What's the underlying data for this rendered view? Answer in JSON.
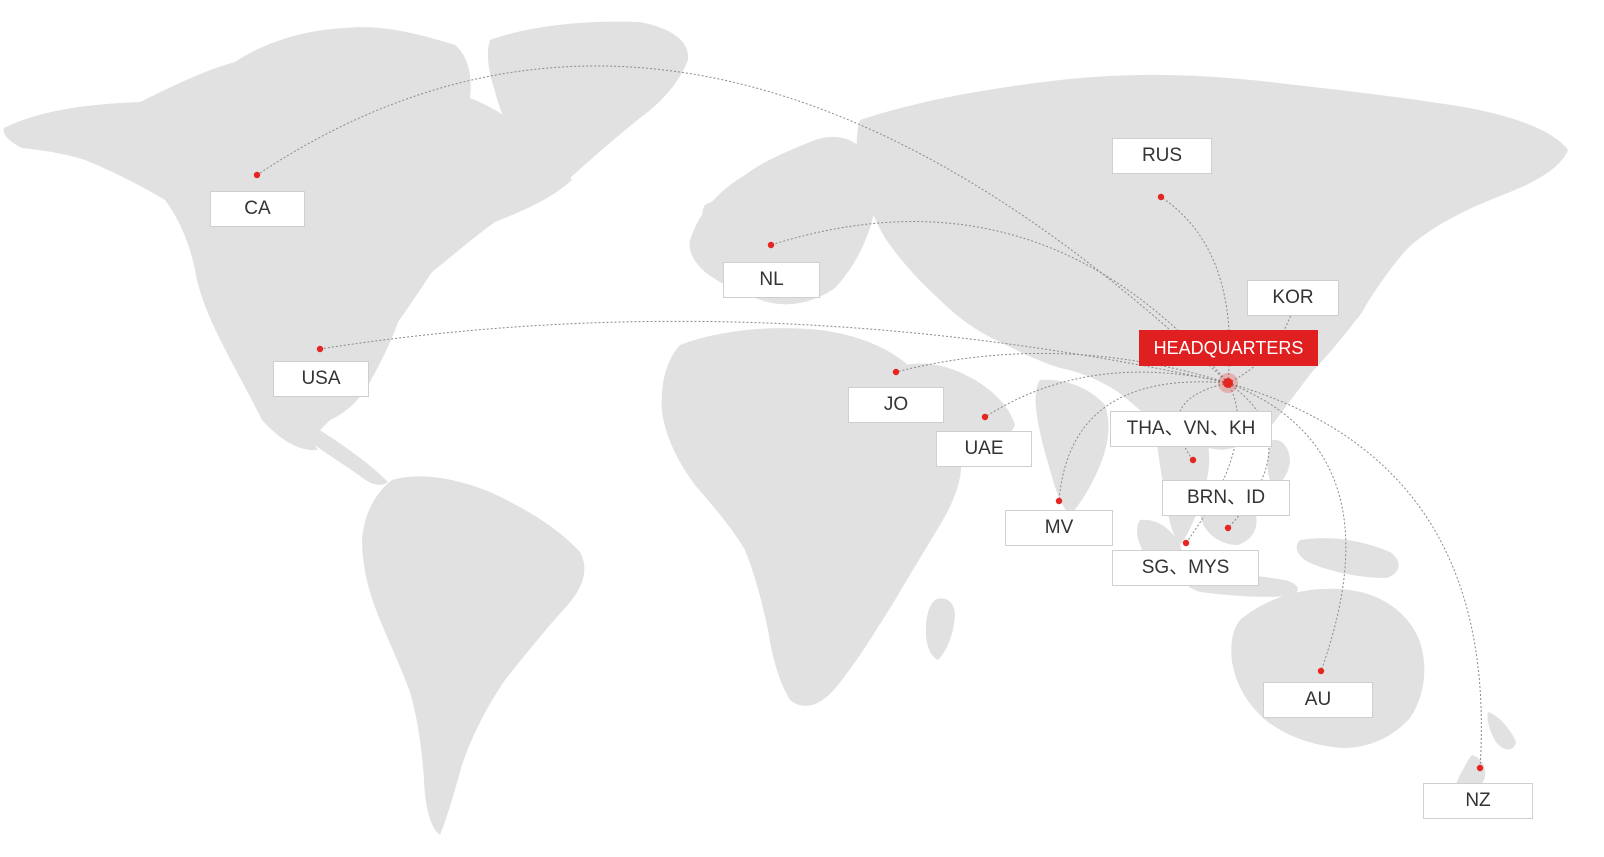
{
  "colors": {
    "land": "#e1e1e1",
    "route_line": "#8a8a8a",
    "marker": "#e52521",
    "hq_fill": "#e02020",
    "label_border": "#cfcfcf",
    "label_text": "#333333"
  },
  "headquarters": {
    "label": "HEADQUARTERS"
  },
  "destinations": [
    {
      "id": "ca",
      "label": "CA"
    },
    {
      "id": "usa",
      "label": "USA"
    },
    {
      "id": "nl",
      "label": "NL"
    },
    {
      "id": "rus",
      "label": "RUS"
    },
    {
      "id": "kor",
      "label": "KOR"
    },
    {
      "id": "jo",
      "label": "JO"
    },
    {
      "id": "uae",
      "label": "UAE"
    },
    {
      "id": "tvk",
      "label": "THA、VN、KH"
    },
    {
      "id": "brn",
      "label": "BRN、ID"
    },
    {
      "id": "mv",
      "label": "MV"
    },
    {
      "id": "sg",
      "label": "SG、MYS"
    },
    {
      "id": "au",
      "label": "AU"
    },
    {
      "id": "nz",
      "label": "NZ"
    }
  ]
}
